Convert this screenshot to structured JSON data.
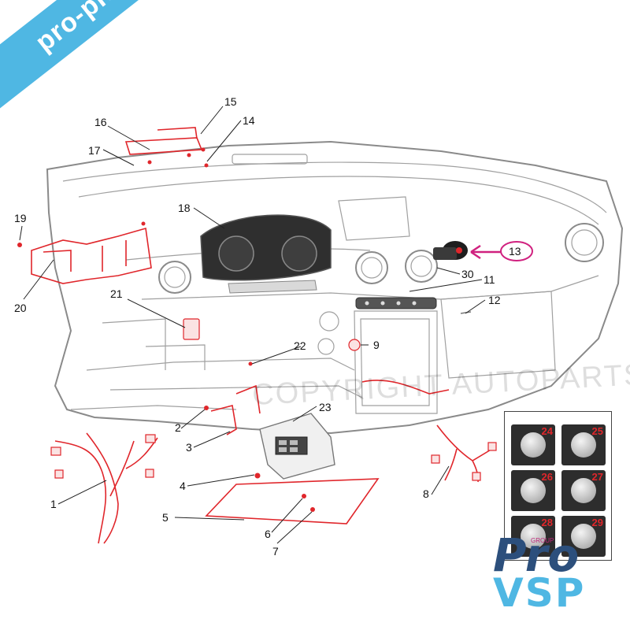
{
  "banner_text": "pro-piece-vsp.com",
  "watermark_text": "COPYRIGHT AUTOPARTS",
  "logo": {
    "line1": "Pro",
    "line2": "VSP",
    "tag": "GROUP"
  },
  "colors": {
    "parts_red": "#e0262b",
    "banner_blue": "#4fb7e3",
    "logo_navy": "#2c4f7c",
    "highlight_pink": "#d0217f"
  },
  "highlighted_part": "13",
  "callouts": [
    "1",
    "2",
    "3",
    "4",
    "5",
    "6",
    "7",
    "8",
    "9",
    "11",
    "12",
    "13",
    "14",
    "15",
    "16",
    "17",
    "18",
    "19",
    "20",
    "21",
    "22",
    "23",
    "30"
  ],
  "switch_panel": {
    "items": [
      "24",
      "25",
      "26",
      "27",
      "28",
      "29"
    ]
  }
}
